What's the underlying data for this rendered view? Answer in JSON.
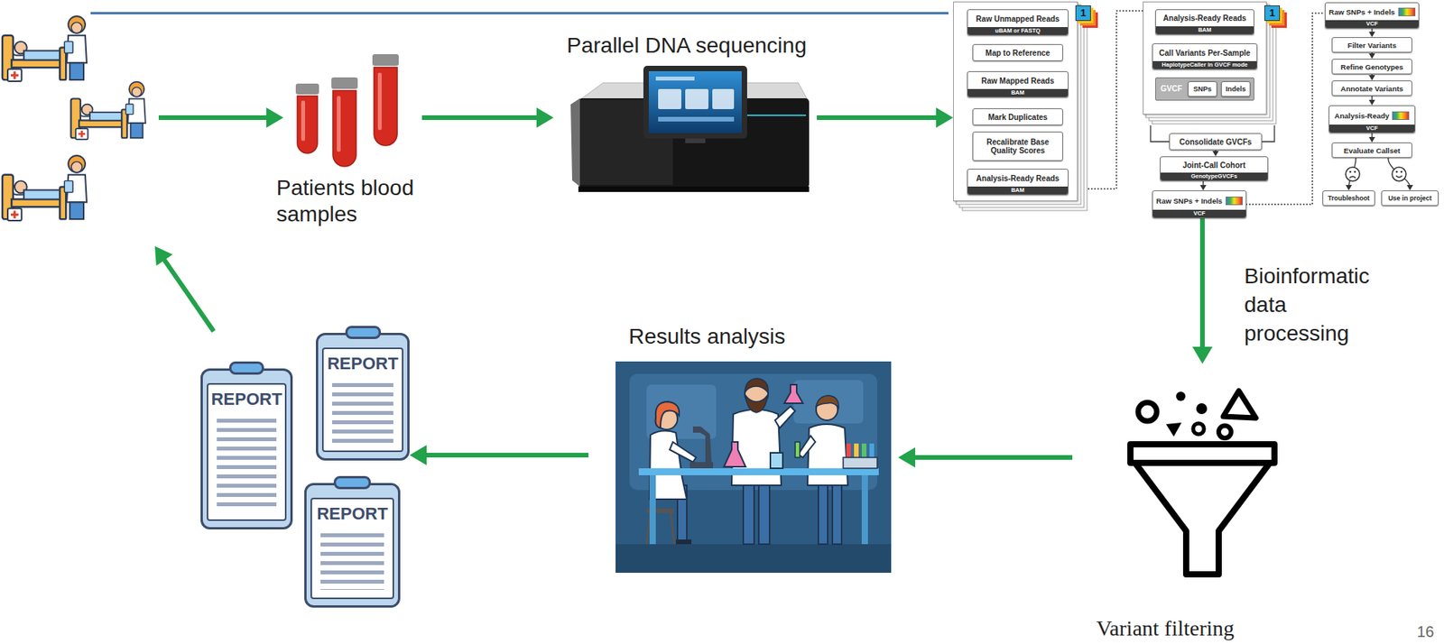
{
  "diagram": {
    "nodes": [
      {
        "text": [
          "Patients blood samples"
        ]
      },
      {
        "text": [
          "Parallel DNA sequencing"
        ]
      },
      {
        "text": [
          "1"
        ]
      },
      {
        "text": [
          "Raw Unmapped Reads",
          "uBAM or FASTQ"
        ],
        "in": 2
      },
      {
        "text": [
          "Map to Reference"
        ],
        "in": 2
      },
      {
        "text": [
          "Raw Mapped Reads",
          "BAM"
        ],
        "in": 2
      },
      {
        "text": [
          "Mark Duplicates"
        ],
        "in": 2
      },
      {
        "text": [
          "Recalibrate Base Quality Scores"
        ],
        "in": 2
      },
      {
        "text": [
          "Analysis-Ready Reads",
          "BAM"
        ],
        "in": 2
      },
      {
        "text": [
          "1"
        ]
      },
      {
        "text": [
          "Analysis-Ready Reads",
          "BAM"
        ],
        "in": 9
      },
      {
        "text": [
          "Call Variants Per-Sample",
          "HaplotypeCaller in GVCF mode"
        ],
        "in": 9
      },
      {
        "text": [
          "GVCF"
        ],
        "in": 9
      },
      {
        "text": [
          "SNPs"
        ],
        "in": 12
      },
      {
        "text": [
          "Indels"
        ],
        "in": 12
      },
      {
        "text": [
          "Consolidate GVCFs"
        ]
      },
      {
        "text": [
          "Joint-Call Cohort",
          "GenotypeGVCFs"
        ]
      },
      {
        "text": [
          "Raw SNPs + Indels",
          "VCF"
        ]
      },
      {
        "text": [
          "Raw SNPs + Indels",
          "VCF"
        ]
      },
      {
        "text": [
          "Filter Variants"
        ]
      },
      {
        "text": [
          "Refine Genotypes"
        ]
      },
      {
        "text": [
          "Annotate Variants"
        ]
      },
      {
        "text": [
          "Analysis-Ready",
          "VCF"
        ]
      },
      {
        "text": [
          "Evaluate Callset"
        ]
      },
      {
        "text": [
          "Troubleshoot"
        ]
      },
      {
        "text": [
          "Use in project"
        ]
      },
      {
        "text": [
          "Variant filtering"
        ]
      },
      {
        "text": [
          "Results analysis"
        ]
      },
      {
        "text": [
          "REPORT"
        ]
      },
      {
        "text": [
          "REPORT"
        ]
      },
      {
        "text": [
          "REPORT"
        ]
      }
    ],
    "edges": [
      {
        "from": 0,
        "to": 1,
        "arrow": "to"
      },
      {
        "from": 1,
        "to": 2,
        "arrow": "to"
      },
      {
        "from": 3,
        "to": 4,
        "arrow": "to"
      },
      {
        "from": 4,
        "to": 5,
        "arrow": "to"
      },
      {
        "from": 5,
        "to": 6,
        "arrow": "to"
      },
      {
        "from": 6,
        "to": 7,
        "arrow": "to"
      },
      {
        "from": 7,
        "to": 8,
        "arrow": "to"
      },
      {
        "from": 2,
        "to": 9,
        "arrow": "none"
      },
      {
        "from": 10,
        "to": 11,
        "arrow": "to"
      },
      {
        "from": 9,
        "to": 15,
        "arrow": "none"
      },
      {
        "from": 15,
        "to": 16,
        "arrow": "to"
      },
      {
        "from": 16,
        "to": 17,
        "arrow": "to"
      },
      {
        "from": 17,
        "to": 18,
        "arrow": "none"
      },
      {
        "from": 18,
        "to": 19,
        "arrow": "to"
      },
      {
        "from": 19,
        "to": 20,
        "arrow": "to"
      },
      {
        "from": 20,
        "to": 21,
        "arrow": "to"
      },
      {
        "from": 21,
        "to": 22,
        "arrow": "to"
      },
      {
        "from": 22,
        "to": 23,
        "arrow": "to"
      },
      {
        "from": 23,
        "to": 24,
        "arrow": "to"
      },
      {
        "from": 23,
        "to": 25,
        "arrow": "to"
      },
      {
        "from": 17,
        "to": 26,
        "label": "Bioinformatic data processing",
        "arrow": "to"
      },
      {
        "from": 26,
        "to": 27,
        "arrow": "to"
      },
      {
        "from": 27,
        "to": 29,
        "arrow": "to"
      }
    ],
    "labels": [
      "16"
    ]
  }
}
